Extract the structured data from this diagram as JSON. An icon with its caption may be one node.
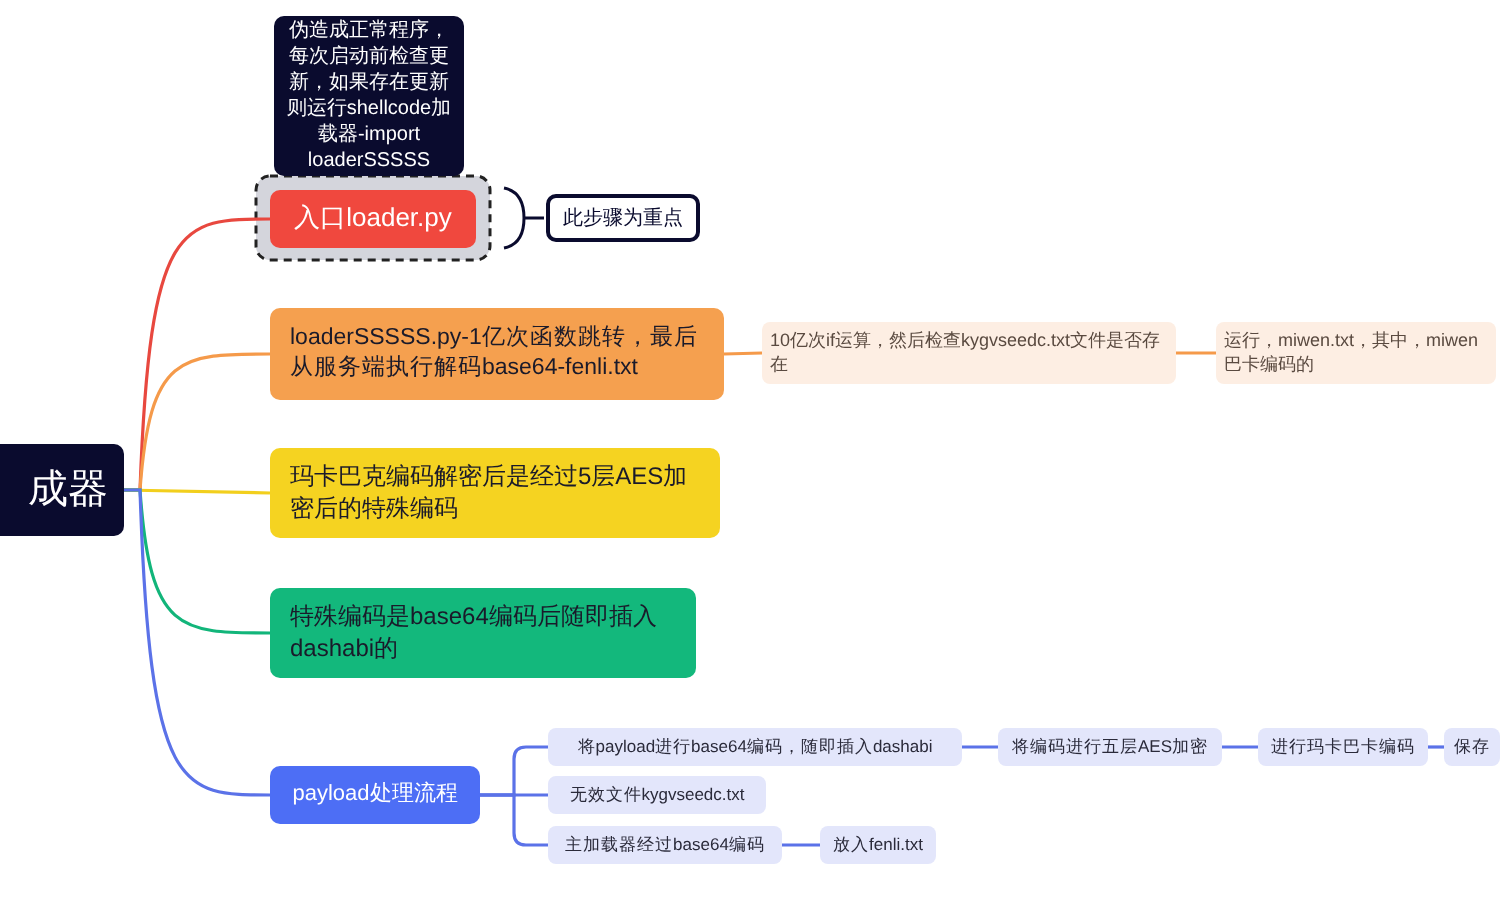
{
  "diagram": {
    "nodes": [
      {
        "text": [
          "成器"
        ]
      },
      {
        "text": [
          "伪造成正常程序，每次启动前检查更新，如果存在更新则运行shellcode加载器-import loaderSSSSS"
        ]
      },
      {
        "text": [
          "入口loader.py"
        ]
      },
      {
        "text": [
          "此步骤为重点"
        ]
      },
      {
        "text": [
          "loaderSSSSS.py-1亿次函数跳转，最后从服务端执行解码base64-fenli.txt"
        ]
      },
      {
        "text": [
          "10亿次if运算，然后检查kygvseedc.txt文件是否存在"
        ]
      },
      {
        "text": [
          "运行，miwen.txt，其中，miwen 巴卡编码的"
        ]
      },
      {
        "text": [
          "玛卡巴克编码解密后是经过5层AES加密后的特殊编码"
        ]
      },
      {
        "text": [
          "特殊编码是base64编码后随即插入dashabi的"
        ]
      },
      {
        "text": [
          "payload处理流程"
        ]
      },
      {
        "text": [
          "将payload进行base64编码，随即插入dashabi"
        ]
      },
      {
        "text": [
          "将编码进行五层AES加密"
        ]
      },
      {
        "text": [
          "进行玛卡巴卡编码"
        ]
      },
      {
        "text": [
          "保存"
        ]
      },
      {
        "text": [
          "无效文件kygvseedc.txt"
        ]
      },
      {
        "text": [
          "主加载器经过base64编码"
        ]
      },
      {
        "text": [
          "放入fenli.txt"
        ]
      }
    ],
    "edges": [
      {
        "from": 0,
        "to": 2,
        "arrow": "none",
        "color": "#e8483f"
      },
      {
        "from": 0,
        "to": 4,
        "arrow": "none",
        "color": "#f59a4a"
      },
      {
        "from": 0,
        "to": 7,
        "arrow": "none",
        "color": "#f2cf1d"
      },
      {
        "from": 0,
        "to": 8,
        "arrow": "none",
        "color": "#12b57a"
      },
      {
        "from": 0,
        "to": 9,
        "arrow": "none"
      },
      {
        "from": 4,
        "to": 5,
        "arrow": "none",
        "color": "#f59a4a"
      },
      {
        "from": 5,
        "to": 6,
        "arrow": "none",
        "color": "#f59a4a"
      },
      {
        "from": 9,
        "to": 10,
        "arrow": "none"
      },
      {
        "from": 9,
        "to": 14,
        "arrow": "none"
      },
      {
        "from": 9,
        "to": 15,
        "arrow": "none"
      },
      {
        "from": 10,
        "to": 11,
        "arrow": "none"
      },
      {
        "from": 11,
        "to": 12,
        "arrow": "none"
      },
      {
        "from": 12,
        "to": 13,
        "arrow": "none"
      },
      {
        "from": 15,
        "to": 16,
        "arrow": "none"
      }
    ]
  }
}
